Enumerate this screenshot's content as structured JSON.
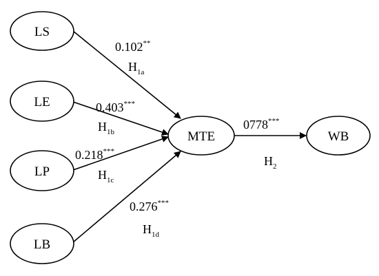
{
  "nodes": {
    "ls": "LS",
    "le": "LE",
    "lp": "LP",
    "lb": "LB",
    "mte": "MTE",
    "wb": "WB"
  },
  "paths": {
    "h1a": {
      "coefficient": "0.102",
      "significance": "**",
      "hypothesis": "H",
      "hypothesis_sub": "1a"
    },
    "h1b": {
      "coefficient": "0.403",
      "significance": "***",
      "hypothesis": "H",
      "hypothesis_sub": "1b"
    },
    "h1c": {
      "coefficient": "0.218",
      "significance": "***",
      "hypothesis": "H",
      "hypothesis_sub": "1c"
    },
    "h1d": {
      "coefficient": "0.276",
      "significance": "***",
      "hypothesis": "H",
      "hypothesis_sub": "1d"
    },
    "h2": {
      "coefficient": "0778",
      "significance": "***",
      "hypothesis": "H",
      "hypothesis_sub": "2"
    }
  }
}
